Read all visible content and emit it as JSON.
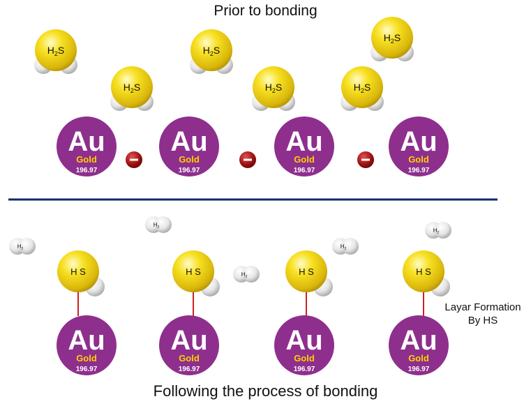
{
  "top_title": "Prior to bonding",
  "bottom_title": "Following the process of bonding",
  "layer_note": {
    "line1": "Layar Formation",
    "line2": "By HS"
  },
  "gold": {
    "symbol": "Au",
    "name": "Gold",
    "mass": "196.97"
  },
  "h2s_label": {
    "main": "H",
    "sub": "2",
    "tail": "S"
  },
  "hs_label": "H S",
  "h2_label": {
    "main": "H",
    "sub": "2"
  },
  "counts": {
    "h2s_molecules": 6,
    "gold_atoms_per_row": 4,
    "hs_molecules": 4,
    "h2_molecules": 5,
    "negative_charges": 3
  },
  "colors": {
    "gold_atom": "#8e2f8d",
    "gold_name": "#ffd000",
    "sulfur": "#f2d214",
    "hydrogen": "#e6e6e6",
    "bond": "#cc2222",
    "divider": "#0b2a66",
    "negative_charge": "#9a1010"
  },
  "icons": {
    "negative_charge": "minus-charge-icon"
  }
}
